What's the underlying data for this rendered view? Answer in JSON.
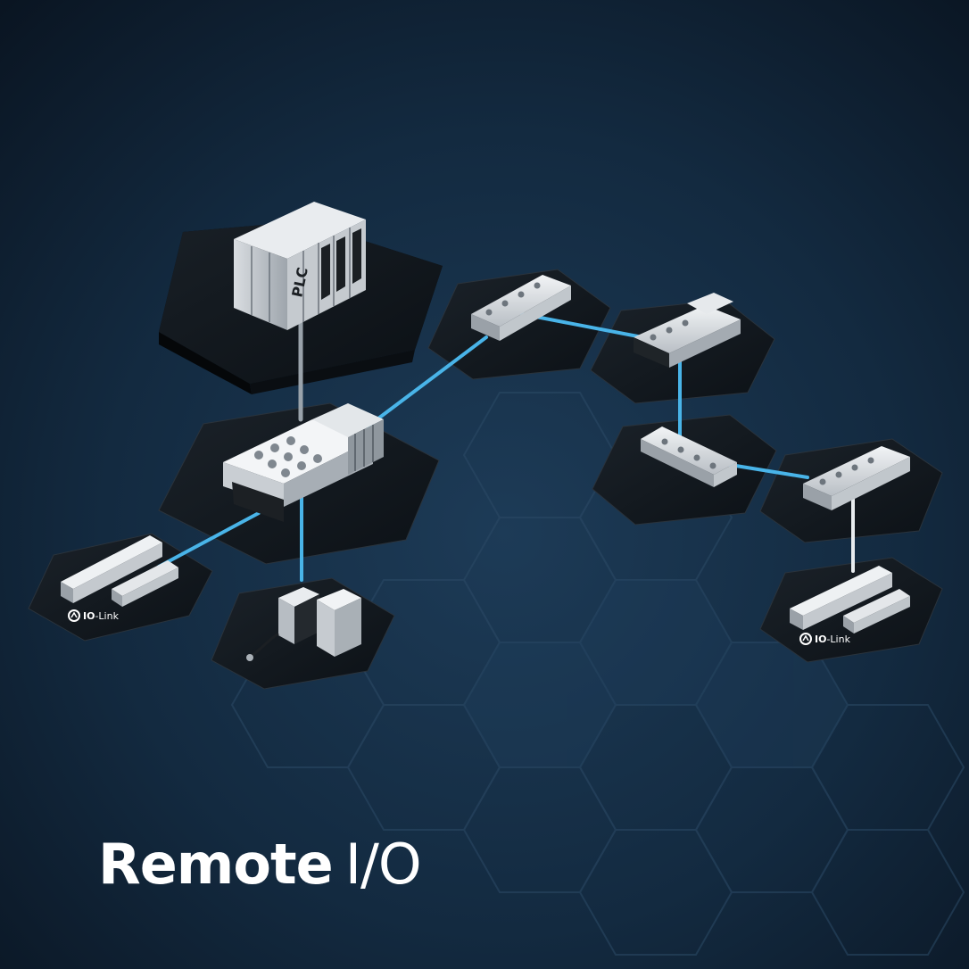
{
  "title": {
    "bold": "Remote",
    "light": "I/O"
  },
  "labels": {
    "plc": "PLC",
    "io_link_left": {
      "prefix": "IO",
      "suffix": "-Link"
    },
    "io_link_right": {
      "prefix": "IO",
      "suffix": "-Link"
    }
  },
  "colors": {
    "background": "#0d1c2c",
    "link_blue": "#49b4e8",
    "link_grey": "#9aa3ab",
    "link_white": "#e8ecef",
    "tile": "#141a20"
  },
  "icons": [
    "io-link-logo-icon"
  ]
}
